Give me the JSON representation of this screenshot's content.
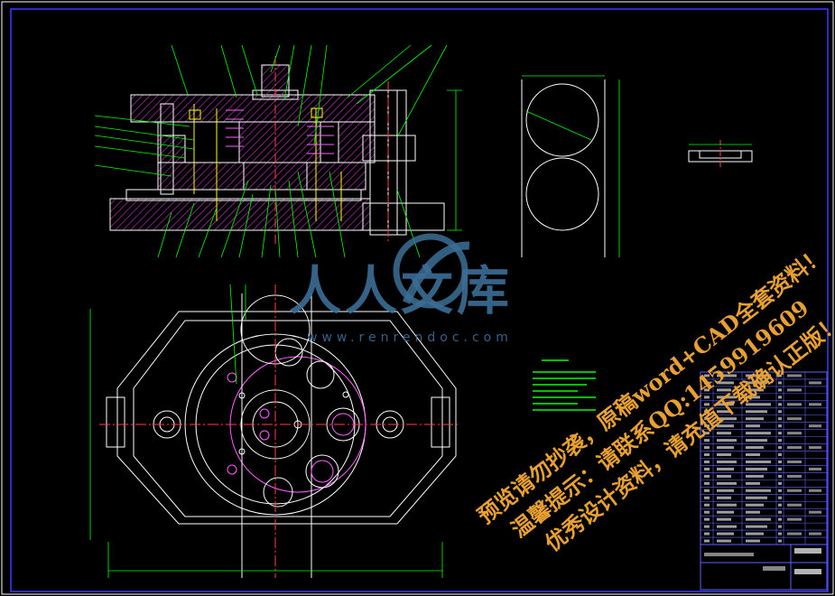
{
  "watermark": {
    "brand_text": "人人文库",
    "site_url": "www.renrendoc.com",
    "lines": [
      "预览请勿抄袭，原稿word+CAD全套资料！",
      "温馨提示：请联系QQ:1459919609",
      "优秀设计资料，请充值下载确认正版！"
    ]
  },
  "colors": {
    "background": "#000000",
    "frame": "#3a3aff",
    "outline": "#ffffff",
    "hatch": "#b030b0",
    "dimension": "#00ff00",
    "leader": "#00ff00",
    "center": "#ff4040",
    "bolt": "#ffff00",
    "table_line": "#6060ff",
    "table_text": "#e0e0e0",
    "watermark_text": "#e8a030",
    "watermark_logo": "#3b6e96"
  }
}
